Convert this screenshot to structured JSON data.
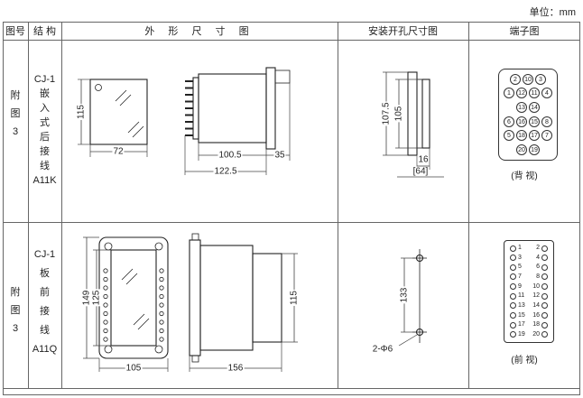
{
  "unit_label": "单位：mm",
  "header": {
    "figure": "图号",
    "structure": "结 构",
    "outline": "外 形 尺 寸 图",
    "mounting": "安装开孔尺寸图",
    "terminal": "端子图"
  },
  "rows": [
    {
      "figure": "附\n图\n3",
      "structure": "CJ-1\n嵌\n入\n式\n后\n接\n线\nA11K",
      "outline_dims": {
        "height": "115",
        "width": "72",
        "body_depth": "100.5",
        "total_depth": "122.5",
        "front_depth": "35"
      },
      "mounting_dims": {
        "outer_height": "107.5",
        "inner_height": "105",
        "flange": "16",
        "width_ref": "[64]"
      },
      "terminal_caption": "(背 视)"
    },
    {
      "figure": "附\n图\n3",
      "structure": "CJ-1\n板\n前\n接\n线\nA11Q",
      "outline_dims": {
        "outer_height": "149",
        "inner_height": "125",
        "width": "105",
        "depth": "156",
        "side_height": "115"
      },
      "mounting_dims": {
        "hole_spacing": "133",
        "holes": "2-Φ6"
      },
      "terminal_caption": "(前 视)"
    }
  ],
  "terminals": {
    "back_view": {
      "rows": [
        [
          2,
          10,
          3
        ],
        [
          1,
          12,
          11,
          4
        ],
        [
          13,
          14
        ],
        [
          6,
          16,
          15,
          8
        ],
        [
          5,
          18,
          17,
          7
        ],
        [
          20,
          19
        ]
      ]
    },
    "front_view": {
      "rows": [
        [
          1,
          2
        ],
        [
          3,
          4
        ],
        [
          5,
          6
        ],
        [
          7,
          8
        ],
        [
          9,
          10
        ],
        [
          11,
          12
        ],
        [
          13,
          14
        ],
        [
          15,
          16
        ],
        [
          17,
          18
        ],
        [
          19,
          20
        ]
      ]
    }
  }
}
